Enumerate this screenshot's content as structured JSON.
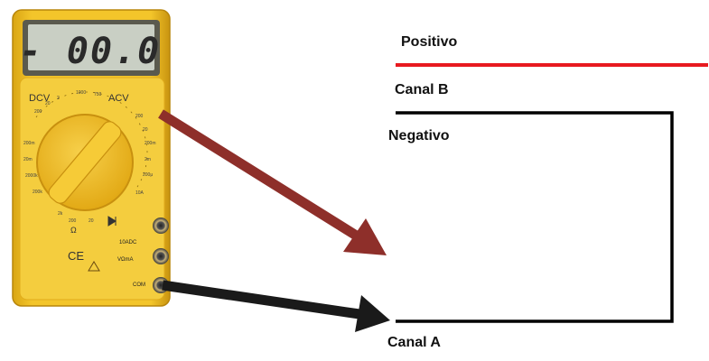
{
  "multimeter": {
    "display_reading": "- 00.0",
    "range_labels": {
      "dcv": "DCV",
      "acv": "ACV",
      "ohm": "Ω",
      "ce": "CE"
    },
    "terminal_labels": {
      "v_ohm_ma": "VΩmA",
      "com": "COM",
      "ten_a": "10ADC"
    }
  },
  "labels": {
    "positivo": "Positivo",
    "canal_b": "Canal B",
    "negativo": "Negativo",
    "canal_a": "Canal A"
  },
  "colors": {
    "positive_wire": "#e8191f",
    "negative_wire": "#000000",
    "probe_red_arrow": "#8e2f2a",
    "probe_black_arrow": "#1a1a1a",
    "meter_body": "#f2c21e",
    "meter_face": "#f4cd3e",
    "lcd": "#c9cfc4"
  }
}
